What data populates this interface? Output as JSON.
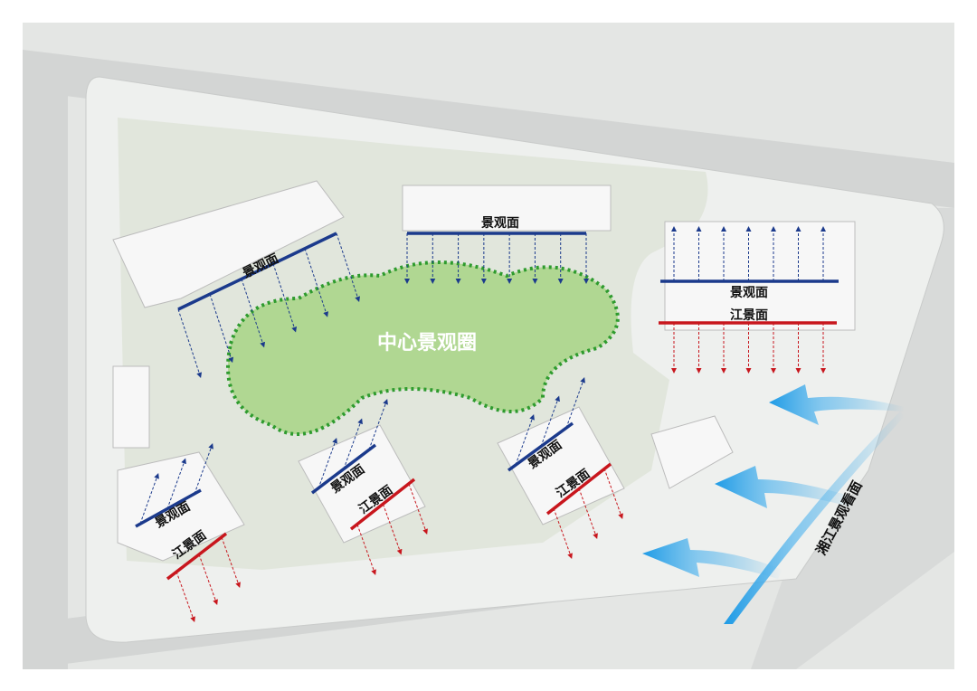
{
  "labels": {
    "center_ring": "中心景观圈",
    "landscape_face": "景观面",
    "river_face": "江景面",
    "xiangjiang_view": "湘江景观看面"
  },
  "colors": {
    "landscape_line": "#1b3a8c",
    "river_line": "#c8161d",
    "center_ring_fill": "#9fd27a",
    "center_ring_border": "#2e9b2e",
    "view_arrow": "#3aa8e8"
  }
}
